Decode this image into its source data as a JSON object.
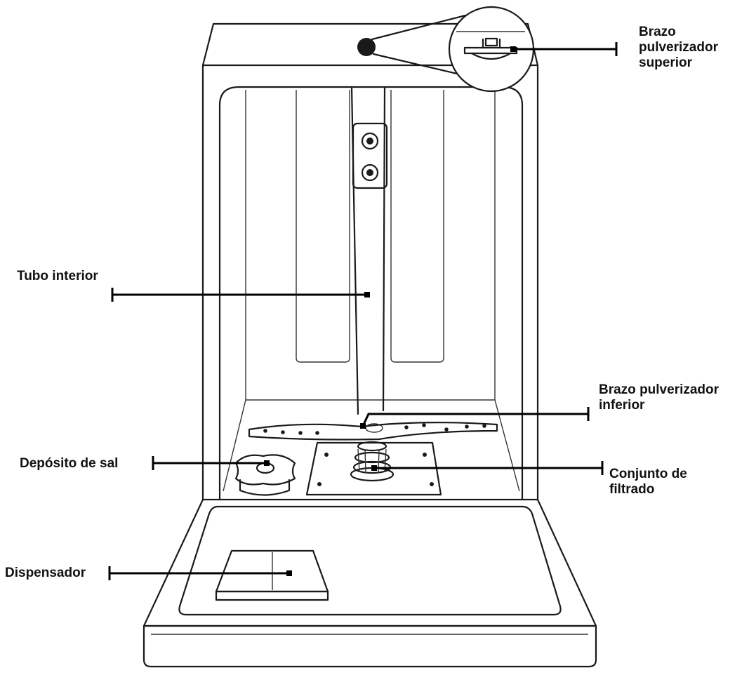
{
  "colors": {
    "line": "#1a1a1a",
    "label": "#111111",
    "background": "#ffffff"
  },
  "labels": {
    "upper_arm": [
      "Brazo",
      "pulverizador",
      "superior"
    ],
    "inner_tube": [
      "Tubo interior"
    ],
    "lower_arm": [
      "Brazo pulverizador",
      "inferior"
    ],
    "salt": [
      "Depósito de sal"
    ],
    "filter": [
      "Conjunto de",
      "filtrado"
    ],
    "dispenser": [
      "Dispensador"
    ]
  }
}
